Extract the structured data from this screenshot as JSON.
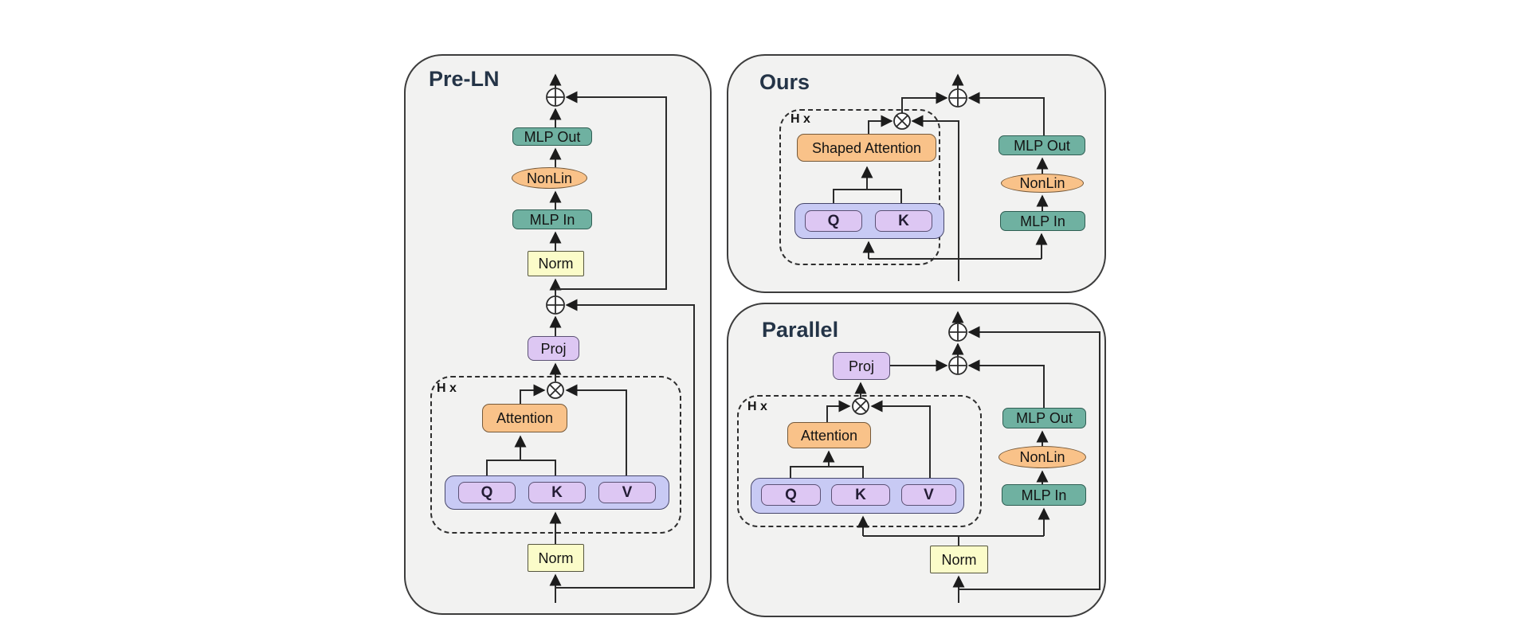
{
  "figure": {
    "panels": {
      "preln": {
        "title": "Pre-LN",
        "hx_label": "H x",
        "nodes": {
          "mlp_out": "MLP Out",
          "nonlin": "NonLin",
          "mlp_in": "MLP In",
          "norm_upper": "Norm",
          "proj": "Proj",
          "attention": "Attention",
          "q": "Q",
          "k": "K",
          "v": "V",
          "norm_lower": "Norm"
        }
      },
      "ours": {
        "title": "Ours",
        "hx_label": "H x",
        "nodes": {
          "shaped_attention": "Shaped Attention",
          "q": "Q",
          "k": "K",
          "mlp_out": "MLP Out",
          "nonlin": "NonLin",
          "mlp_in": "MLP In"
        }
      },
      "parallel": {
        "title": "Parallel",
        "hx_label": "H x",
        "nodes": {
          "proj": "Proj",
          "attention": "Attention",
          "q": "Q",
          "k": "K",
          "v": "V",
          "norm": "Norm",
          "mlp_out": "MLP Out",
          "nonlin": "NonLin",
          "mlp_in": "MLP In"
        }
      }
    },
    "operators": {
      "add": "circled-plus",
      "multiply": "circled-times"
    }
  },
  "colors": {
    "panel_bg": "#f2f2f1",
    "panel_border": "#3d3d3d",
    "teal_fill": "#6fb1a1",
    "teal_border": "#2f5e53",
    "orange_fill": "#f9c289",
    "orange_border": "#75593a",
    "yellow_fill": "#fbfcc9",
    "yellow_border": "#55553f",
    "lavender_fill": "#ddc7f3",
    "lavender_border": "#5b5174",
    "container_fill": "#c8caf4",
    "container_border": "#47476b",
    "line": "#2b2b2b",
    "dashed": "#2e2e2e",
    "title": "#243447",
    "label": "#141414"
  }
}
